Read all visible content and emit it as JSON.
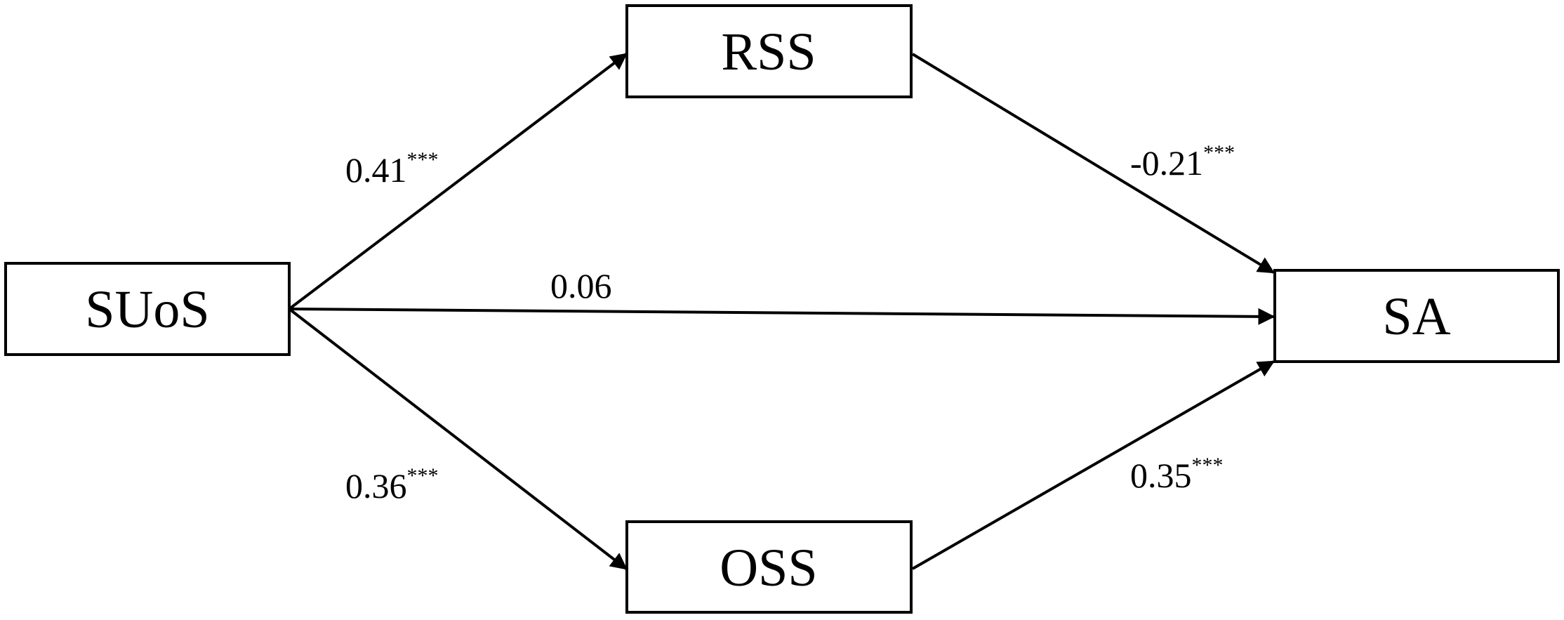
{
  "nodes": {
    "suos": "SUoS",
    "rss": "RSS",
    "oss": "OSS",
    "sa": "SA"
  },
  "paths": {
    "suos_rss": {
      "coef": "0.41",
      "sig": "***"
    },
    "rss_sa": {
      "coef": "-0.21",
      "sig": "***"
    },
    "suos_sa": {
      "coef": "0.06",
      "sig": ""
    },
    "suos_oss": {
      "coef": "0.36",
      "sig": "***"
    },
    "oss_sa": {
      "coef": "0.35",
      "sig": "***"
    }
  }
}
